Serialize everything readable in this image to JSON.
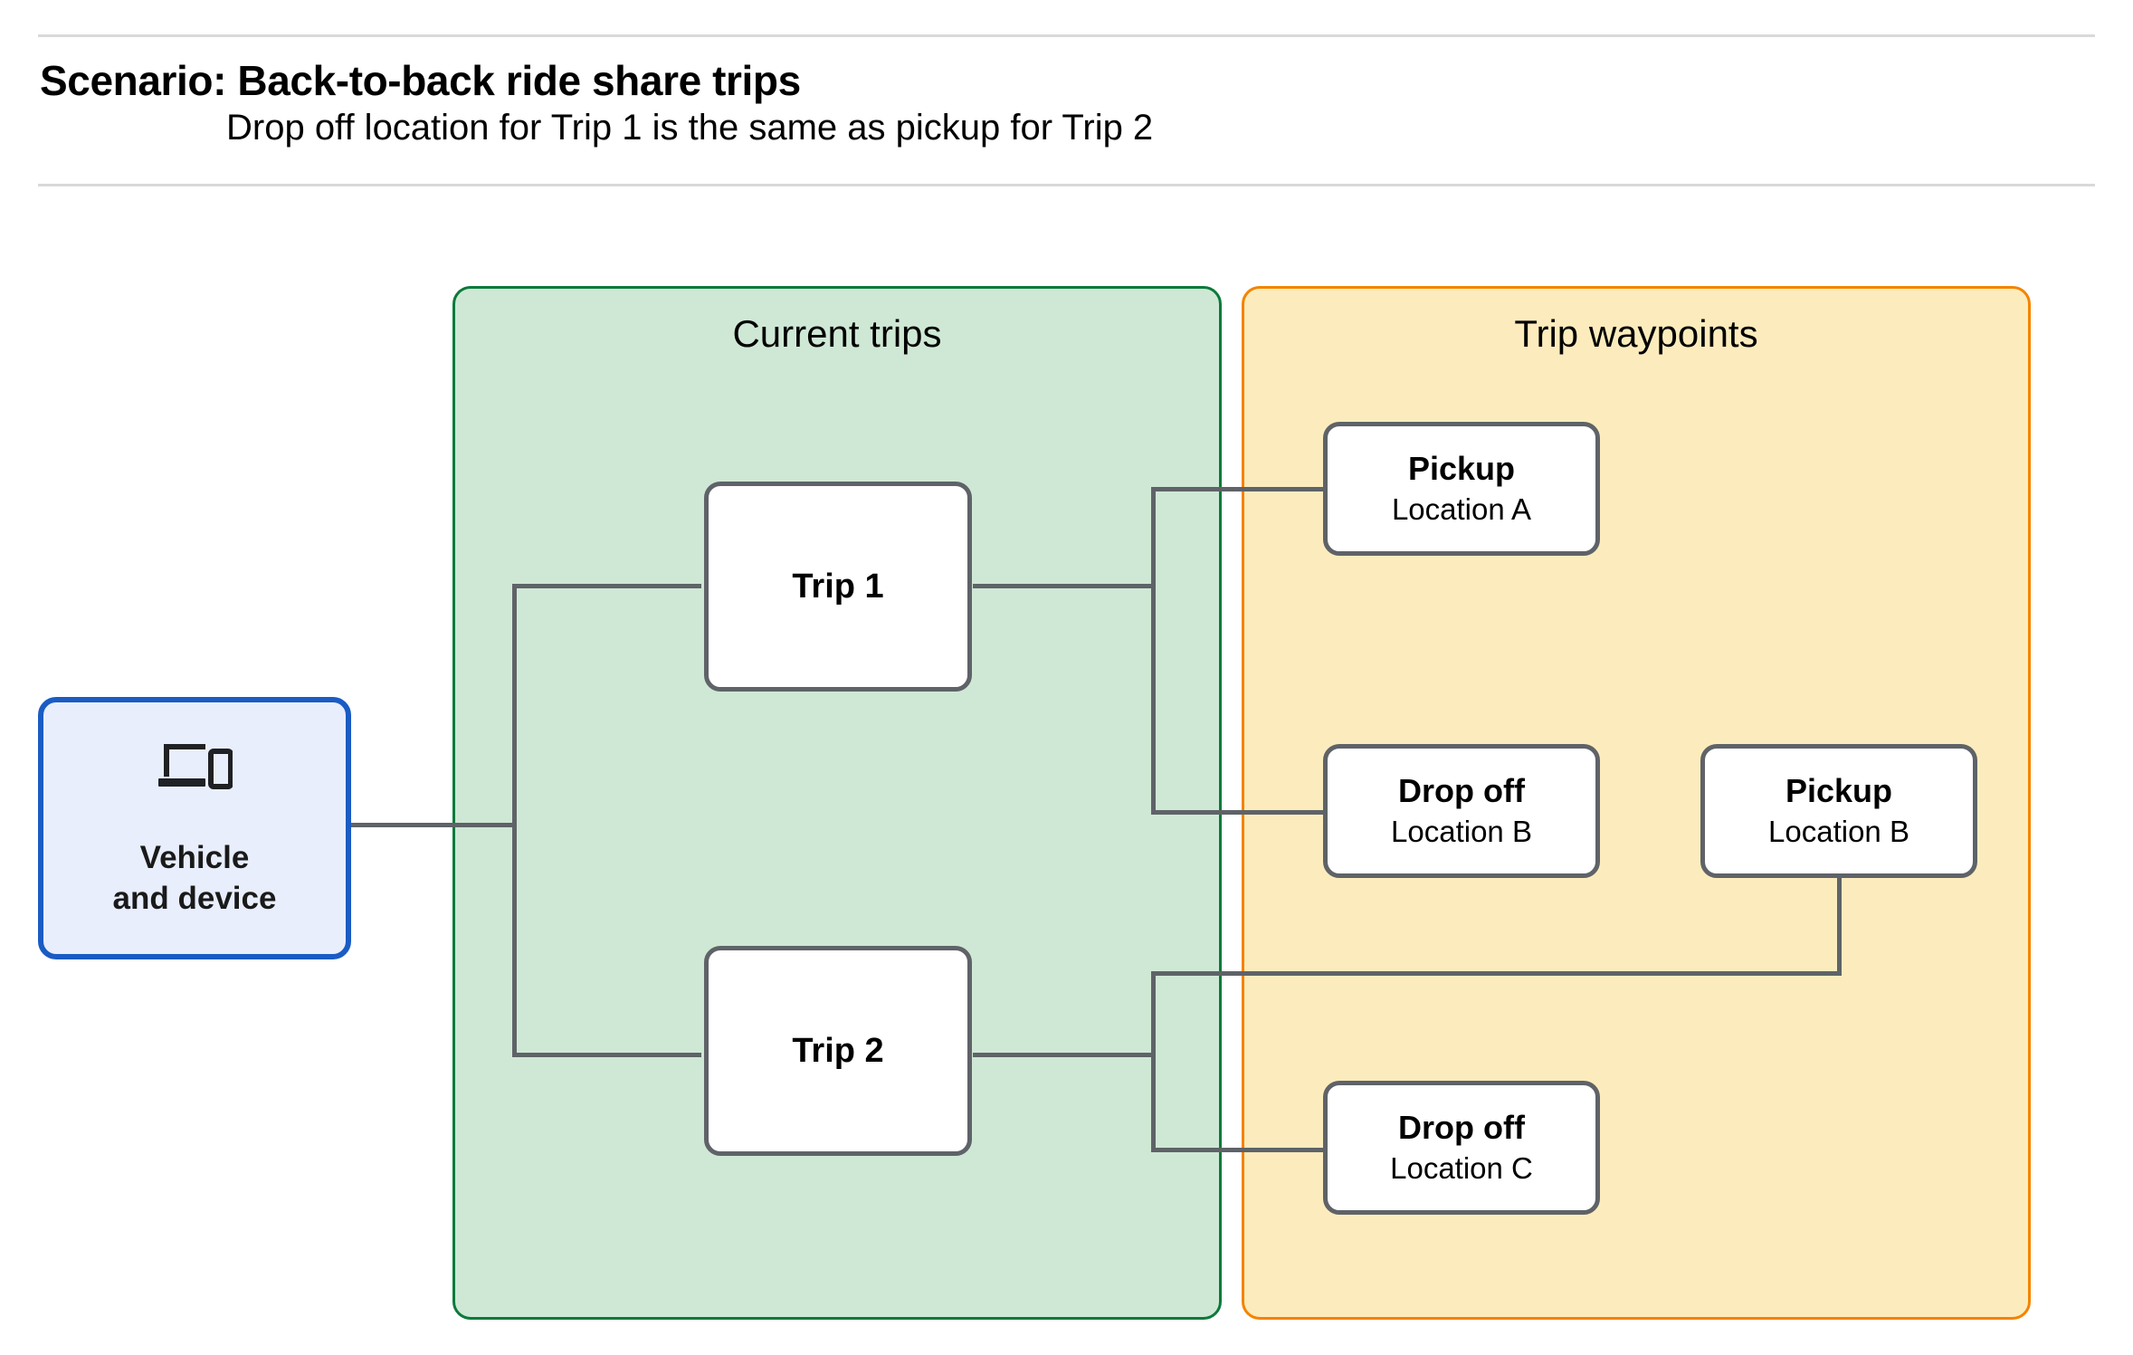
{
  "header": {
    "title": "Scenario: Back-to-back ride share trips",
    "subtitle": "Drop off  location for Trip 1 is the same as pickup for Trip 2"
  },
  "groups": {
    "trips": {
      "title": "Current trips",
      "fill": "#cfe8d5",
      "border": "#0b7a3b"
    },
    "waypoints": {
      "title": "Trip waypoints",
      "fill": "#fcecbd",
      "border": "#f48300"
    }
  },
  "vehicle": {
    "icon": "devices-icon",
    "label_line1": "Vehicle",
    "label_line2": "and device",
    "fill": "#e8eefc",
    "border": "#1a5cc4"
  },
  "trips": [
    {
      "label": "Trip 1"
    },
    {
      "label": "Trip 2"
    }
  ],
  "waypoints": [
    {
      "type": "Pickup",
      "location": "Location A"
    },
    {
      "type": "Drop off",
      "location": "Location B"
    },
    {
      "type": "Pickup",
      "location": "Location B"
    },
    {
      "type": "Drop off",
      "location": "Location C"
    }
  ],
  "colors": {
    "connector": "#5f6368",
    "node_border": "#5f6368",
    "rule": "#d9d9d9"
  }
}
